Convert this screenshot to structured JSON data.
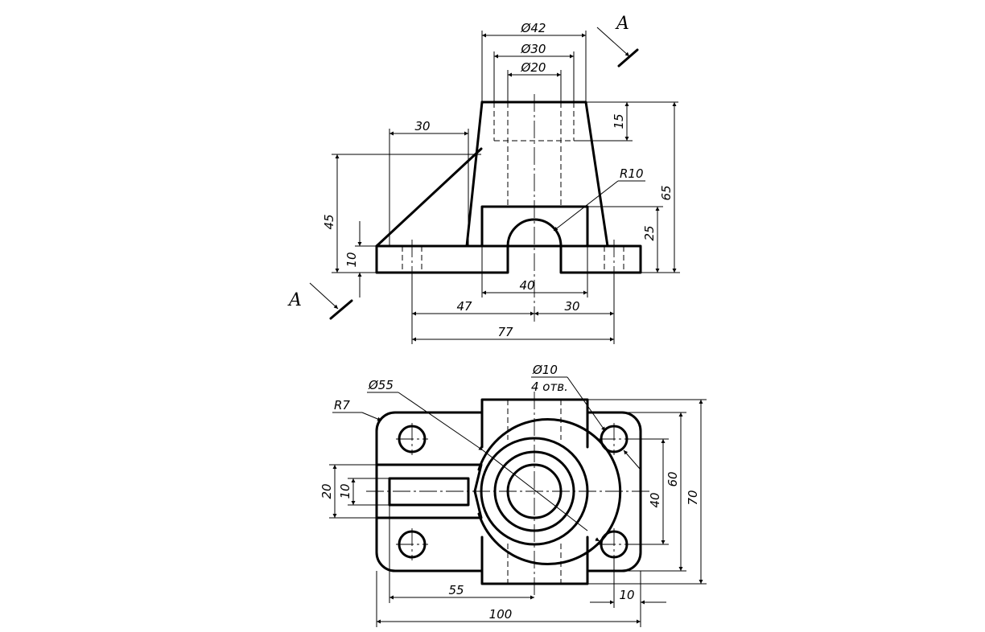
{
  "front_view": {
    "dims": {
      "d42": "Ø42",
      "d30": "Ø30",
      "d20": "Ø20",
      "d30_rib": "30",
      "d15": "15",
      "d65": "65",
      "r10": "R10",
      "d45": "45",
      "d10": "10",
      "d25": "25",
      "d40": "40",
      "d47": "47",
      "d30_bottom": "30",
      "d77": "77"
    },
    "section_mark_top": "A",
    "section_mark_bottom": "A"
  },
  "top_view": {
    "dims": {
      "d55": "Ø55",
      "d10_holes": "Ø10",
      "holes_note": "4 отв.",
      "r7": "R7",
      "d20": "20",
      "d10": "10",
      "d60": "60",
      "d40": "40",
      "d70": "70",
      "d55_lin": "55",
      "d10_bottom": "10",
      "d100": "100"
    }
  }
}
